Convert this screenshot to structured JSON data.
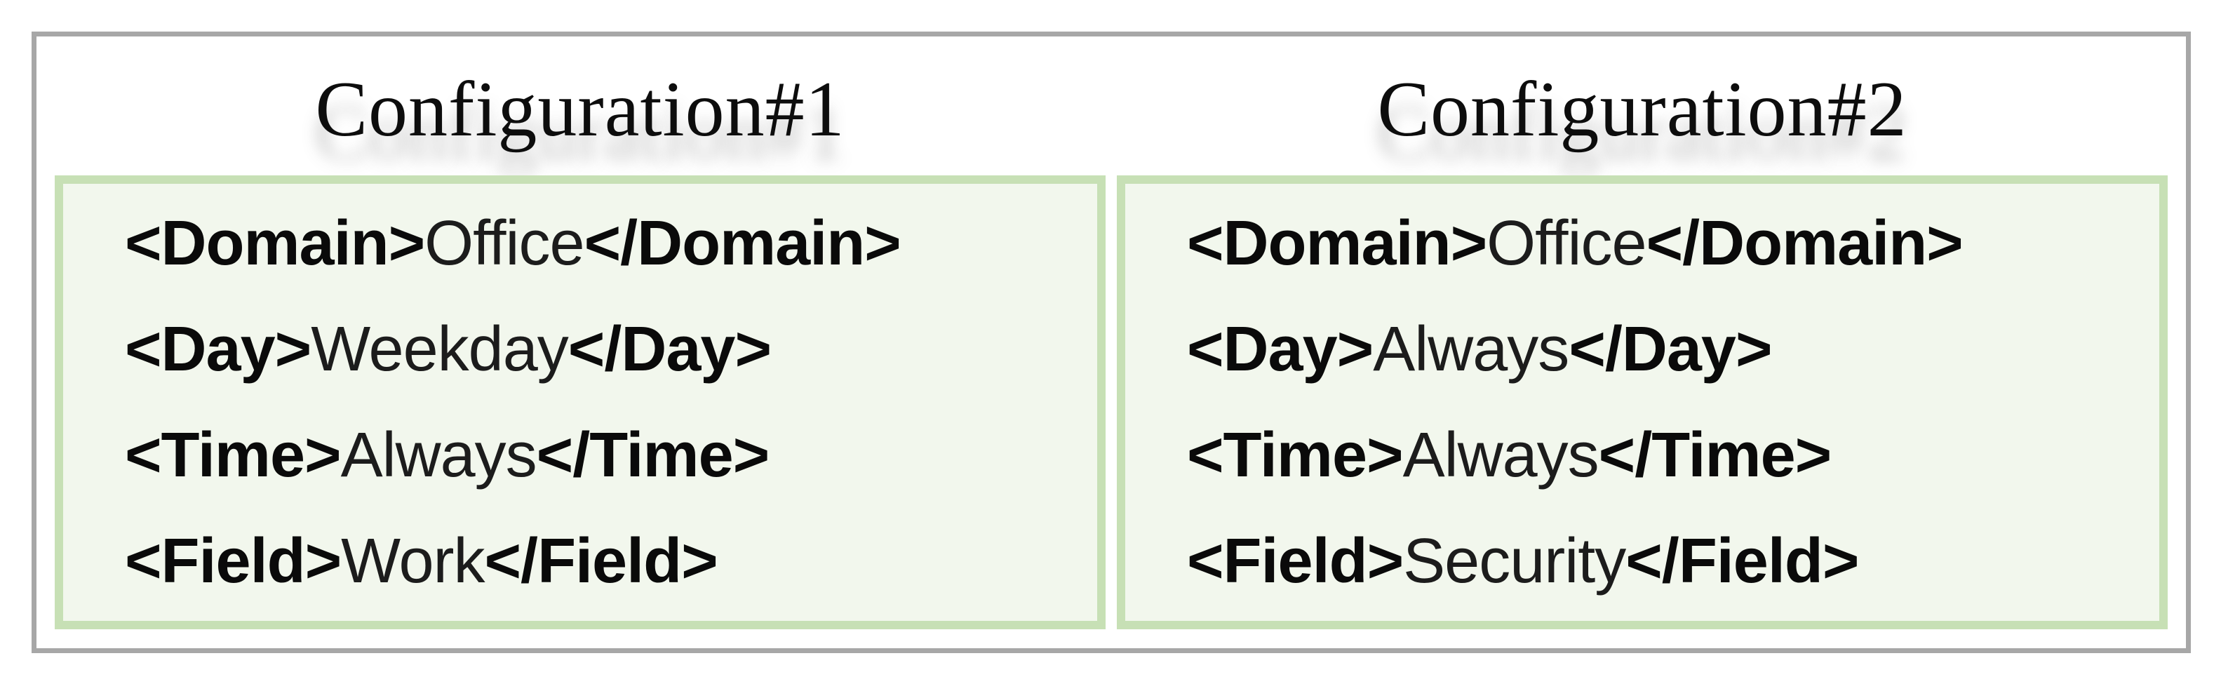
{
  "figure": {
    "frame_border_color": "#a7a7a7",
    "box_border_color": "#c7e0b5",
    "box_fill_color": "#f2f7ed",
    "title_color": "#0d0d0d",
    "text_color": "#141414",
    "configurations": [
      {
        "title": "Configuration#1",
        "entries": [
          {
            "open_tag": "<Domain>",
            "value": "Office",
            "close_tag": "</Domain>"
          },
          {
            "open_tag": "<Day>",
            "value": "Weekday",
            "close_tag": "</Day>"
          },
          {
            "open_tag": "<Time>",
            "value": "Always",
            "close_tag": "</Time>"
          },
          {
            "open_tag": "<Field>",
            "value": "Work",
            "close_tag": "</Field>"
          }
        ]
      },
      {
        "title": "Configuration#2",
        "entries": [
          {
            "open_tag": "<Domain>",
            "value": "Office",
            "close_tag": "</Domain>"
          },
          {
            "open_tag": "<Day>",
            "value": "Always",
            "close_tag": "</Day>"
          },
          {
            "open_tag": "<Time>",
            "value": "Always",
            "close_tag": "</Time>"
          },
          {
            "open_tag": "<Field>",
            "value": "Security",
            "close_tag": "</Field>"
          }
        ]
      }
    ]
  }
}
